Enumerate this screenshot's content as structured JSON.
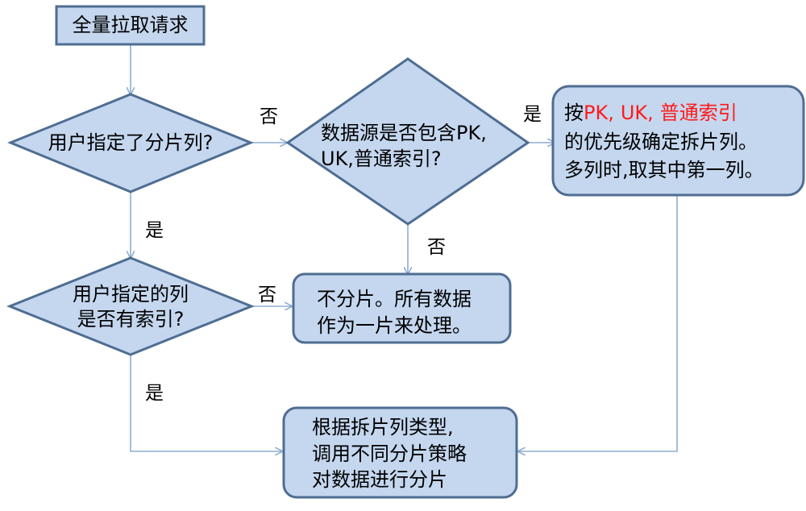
{
  "nodes": {
    "start": "全量拉取请求",
    "q_user_specified": "用户指定了分片列?",
    "q_source_has_index_line1": "数据源是否包含PK,",
    "q_source_has_index_line2": "UK,普通索引?",
    "priority": {
      "prefix": "按",
      "pk": "PK,",
      "uk": "UK,",
      "normal": "普通索引",
      "line2": "的优先级确定拆片列。",
      "line3": "多列时,取其中第一列。"
    },
    "q_user_col_indexed_line1": "用户指定的列",
    "q_user_col_indexed_line2": "是否有索引?",
    "no_shard_line1": "不分片。所有数据",
    "no_shard_line2": "作为一片来处理。",
    "shard_line1": "根据拆片列类型,",
    "shard_line2": "调用不同分片策略",
    "shard_line3": "对数据进行分片"
  },
  "edge_labels": {
    "user_specified_no": "否",
    "source_has_index_yes": "是",
    "source_has_index_no": "否",
    "user_specified_yes": "是",
    "user_col_indexed_no": "否",
    "user_col_indexed_yes": "是"
  }
}
